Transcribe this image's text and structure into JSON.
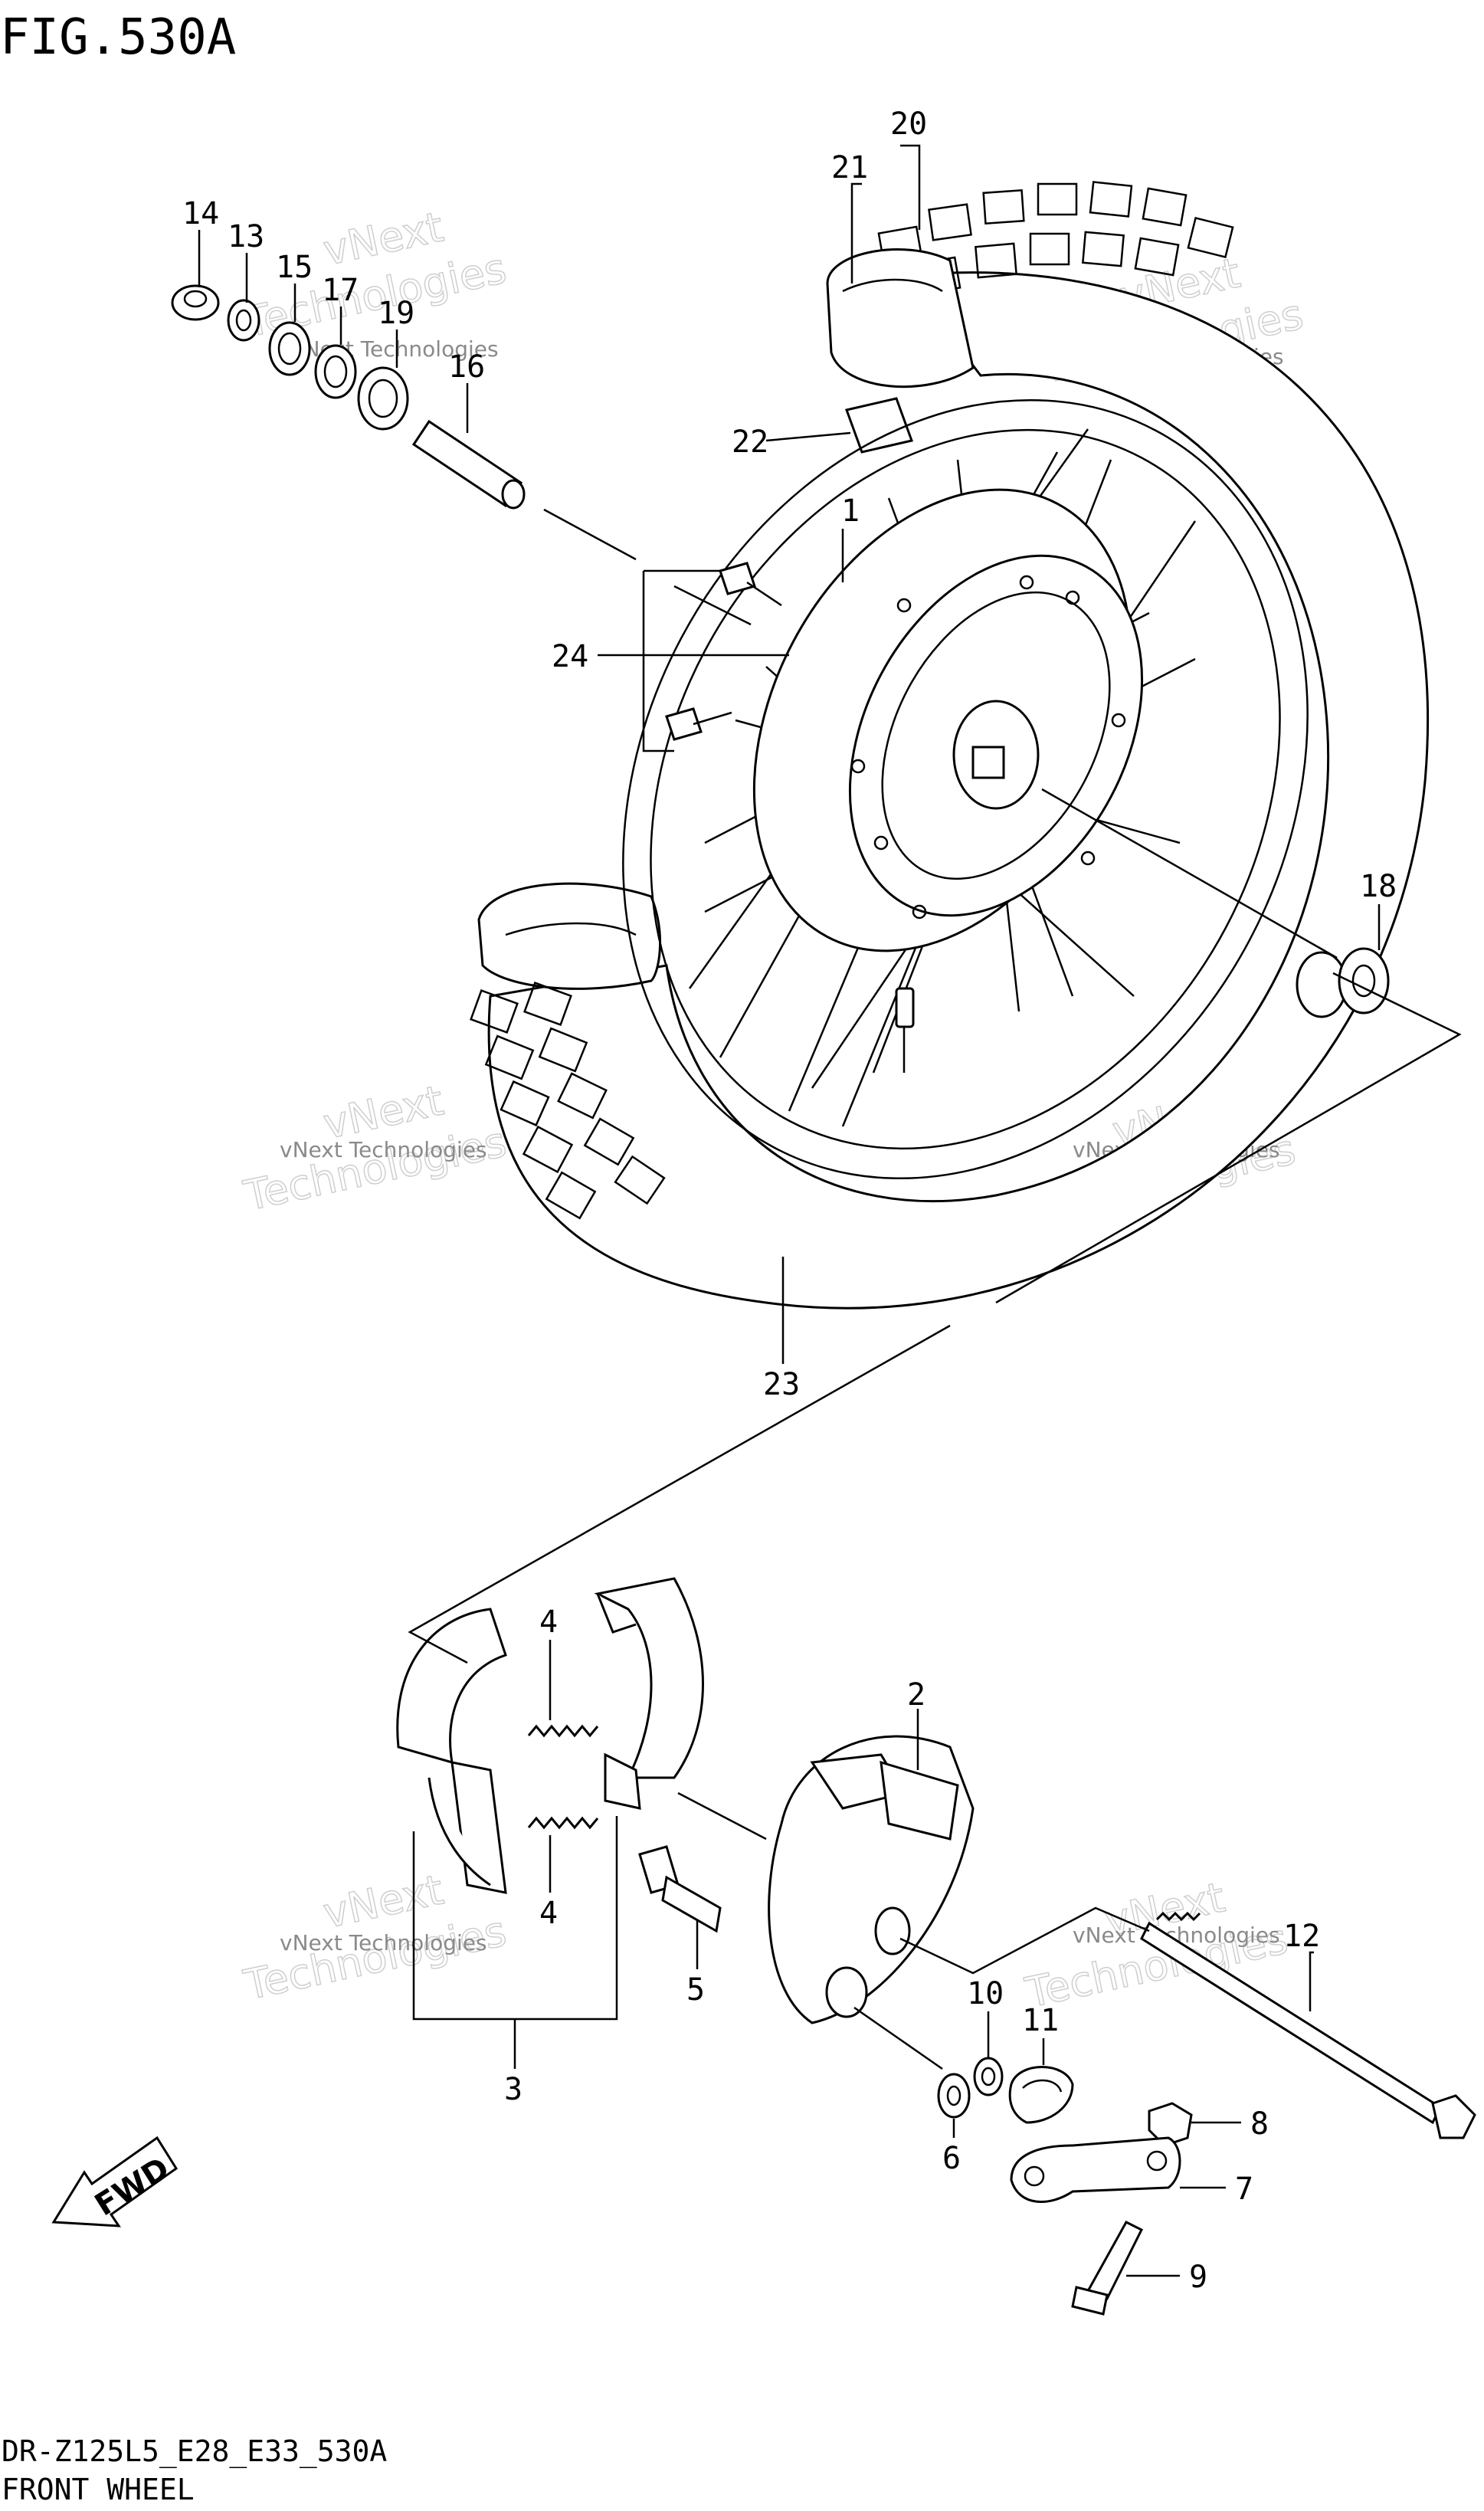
{
  "figure": {
    "title": "FIG.530A",
    "code": "DR-Z125L5_E28_E33_530A",
    "name": "FRONT WHEEL",
    "direction_label": "FWD"
  },
  "watermark": {
    "company": "vNext Technologies",
    "line1": "vNext",
    "line2": "Technologies"
  },
  "callouts": [
    "1",
    "2",
    "3",
    "4",
    "4",
    "5",
    "6",
    "7",
    "8",
    "9",
    "10",
    "11",
    "12",
    "13",
    "14",
    "15",
    "16",
    "17",
    "18",
    "19",
    "20",
    "21",
    "22",
    "23",
    "24"
  ]
}
